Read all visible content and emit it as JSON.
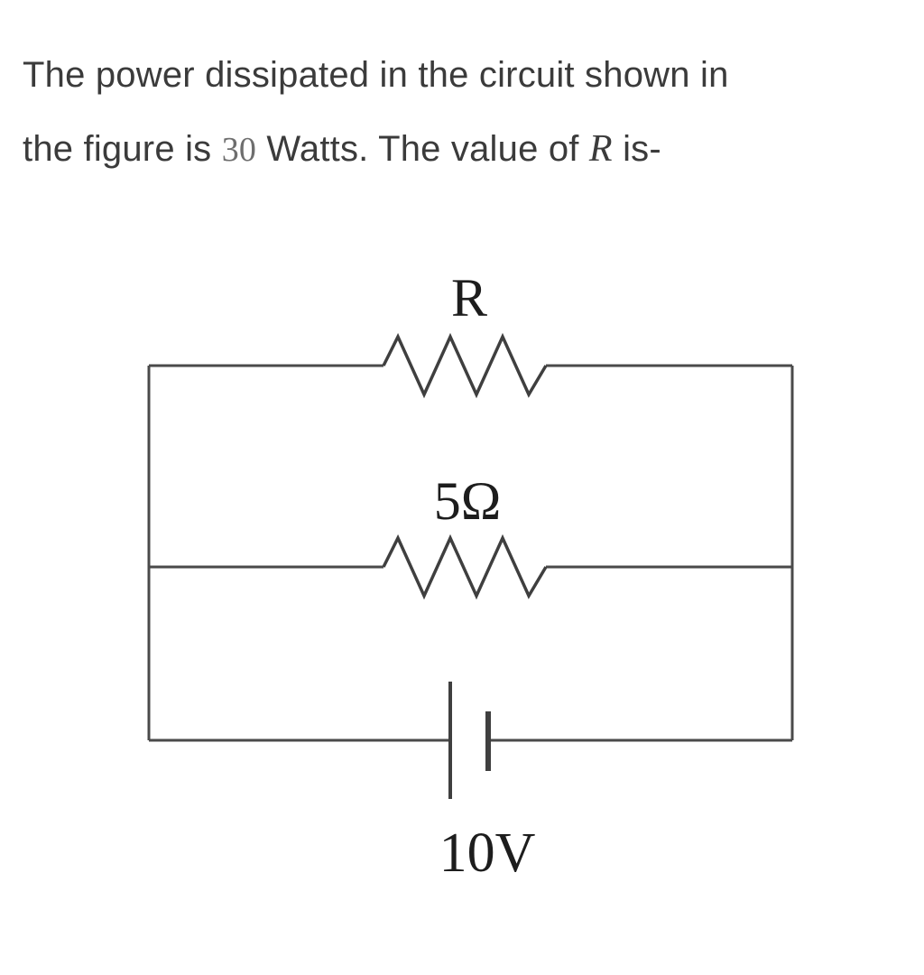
{
  "question": {
    "line1": "The power dissipated in the circuit shown in",
    "line2": {
      "pre": "the figure is ",
      "power_value": "30",
      "mid": " Watts. The value of ",
      "math_r": "R",
      "post": " is-"
    }
  },
  "circuit": {
    "top_resistor_label": "R",
    "middle_resistor_label": "5Ω",
    "battery_label": "10V"
  }
}
